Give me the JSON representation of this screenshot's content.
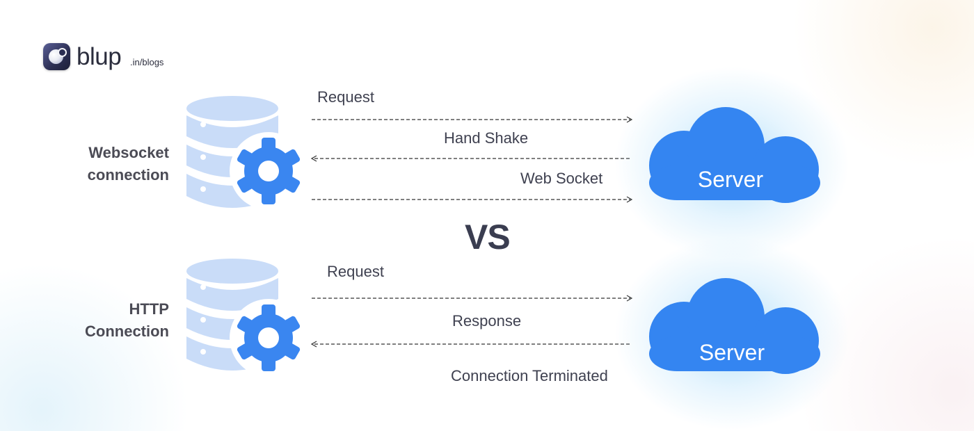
{
  "brand": {
    "name": "blup",
    "suffix": ".in/blogs"
  },
  "websocket": {
    "label_line1": "Websocket",
    "label_line2": "connection",
    "steps": {
      "request": "Request",
      "handshake": "Hand Shake",
      "websocket": "Web Socket"
    },
    "server_label": "Server"
  },
  "vs_text": "VS",
  "http": {
    "label_line1": "HTTP",
    "label_line2": "Connection",
    "steps": {
      "request": "Request",
      "response": "Response",
      "terminated": "Connection Terminated"
    },
    "server_label": "Server"
  },
  "colors": {
    "accent_blue": "#3a86f0",
    "database_light_blue": "#c9dcf8",
    "cloud_blue": "#3485f1",
    "text_dark": "#3f4150"
  }
}
